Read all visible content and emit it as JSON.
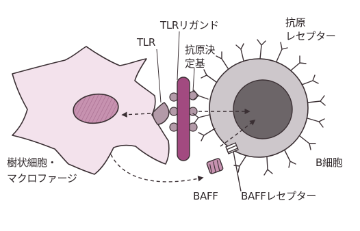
{
  "labels": {
    "tlr_ligand": "TLRリガンド",
    "tlr": "TLR",
    "antigen_epitope_line1": "抗原決",
    "antigen_epitope_line2": "定基",
    "antigen_receptor_line1": "抗原",
    "antigen_receptor_line2": "レセプター",
    "b_cell": "B細胞",
    "dendritic_line1": "樹状細胞・",
    "dendritic_line2": "マクロファージ",
    "baff": "BAFF",
    "baff_receptor": "BAFFレセプター"
  },
  "colors": {
    "outline": "#3a2f33",
    "dendritic_fill": "#f3e2ec",
    "nucleus_fill": "#c792b0",
    "tlr_fill": "#b39aa8",
    "antigen_bar": "#a24a80",
    "b_cell_ring": "#cdc7cb",
    "b_cell_nucleus": "#6c6568"
  }
}
